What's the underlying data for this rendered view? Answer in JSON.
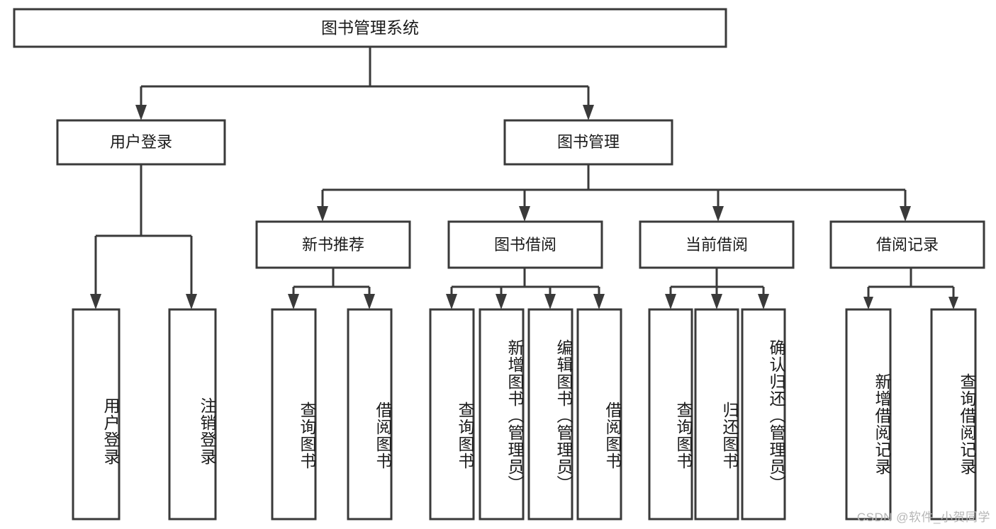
{
  "diagram": {
    "type": "tree-hierarchy-flowchart",
    "title": "图书管理系统",
    "orientation": "top-down",
    "levels": 4,
    "root": {
      "id": "root",
      "label": "图书管理系统",
      "text_direction": "horizontal"
    },
    "level2": [
      {
        "id": "user-login",
        "label": "用户登录",
        "text_direction": "horizontal"
      },
      {
        "id": "book-management",
        "label": "图书管理",
        "text_direction": "horizontal"
      }
    ],
    "level3": [
      {
        "id": "new-book-recommend",
        "label": "新书推荐",
        "parent": "book-management",
        "text_direction": "horizontal"
      },
      {
        "id": "book-borrow",
        "label": "图书借阅",
        "parent": "book-management",
        "text_direction": "horizontal"
      },
      {
        "id": "current-borrow",
        "label": "当前借阅",
        "parent": "book-management",
        "text_direction": "horizontal"
      },
      {
        "id": "borrow-record",
        "label": "借阅记录",
        "parent": "book-management",
        "text_direction": "horizontal"
      }
    ],
    "leaves": [
      {
        "id": "leaf-user-login",
        "label": "用户登录",
        "parent": "user-login",
        "text_direction": "vertical"
      },
      {
        "id": "leaf-logout-login",
        "label": "注销登录",
        "parent": "user-login",
        "text_direction": "vertical"
      },
      {
        "id": "leaf-query-book-1",
        "label": "查询图书",
        "parent": "new-book-recommend",
        "text_direction": "vertical"
      },
      {
        "id": "leaf-borrow-book-1",
        "label": "借阅图书",
        "parent": "new-book-recommend",
        "text_direction": "vertical"
      },
      {
        "id": "leaf-query-book-2",
        "label": "查询图书",
        "parent": "book-borrow",
        "text_direction": "vertical"
      },
      {
        "id": "leaf-add-book",
        "label": "新增图书（管理员）",
        "parent": "book-borrow",
        "text_direction": "vertical"
      },
      {
        "id": "leaf-edit-book",
        "label": "编辑图书（管理员）",
        "parent": "book-borrow",
        "text_direction": "vertical"
      },
      {
        "id": "leaf-borrow-book-2",
        "label": "借阅图书",
        "parent": "book-borrow",
        "text_direction": "vertical"
      },
      {
        "id": "leaf-query-book-3",
        "label": "查询图书",
        "parent": "current-borrow",
        "text_direction": "vertical"
      },
      {
        "id": "leaf-return-book",
        "label": "归还图书",
        "parent": "current-borrow",
        "text_direction": "vertical"
      },
      {
        "id": "leaf-confirm-return",
        "label": "确认归还（管理员）",
        "parent": "current-borrow",
        "text_direction": "vertical"
      },
      {
        "id": "leaf-add-record",
        "label": "新增借阅记录",
        "parent": "borrow-record",
        "text_direction": "vertical"
      },
      {
        "id": "leaf-query-record",
        "label": "查询借阅记录",
        "parent": "borrow-record",
        "text_direction": "vertical"
      }
    ],
    "colors": {
      "stroke": "#3a3a3a",
      "fill": "#ffffff",
      "text": "#1a1a1a",
      "background": "#ffffff",
      "watermark": "#b6b6b6"
    }
  },
  "watermark": {
    "text": "CSDN @软件_小贺同学"
  }
}
